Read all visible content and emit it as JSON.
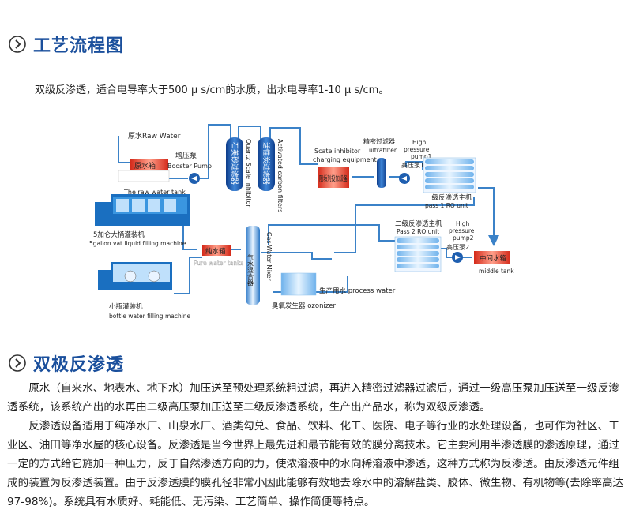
{
  "section1": {
    "title": "工艺流程图",
    "intro": "双级反渗透，适合电导率大于500 μ s/cm的水质，出水电导率1-10 μ s/cm。"
  },
  "diagram": {
    "raw_water_in_label": "原水Raw Water",
    "booster_pump_cn": "增压泵",
    "booster_pump_en": "Booster Pump",
    "raw_tank_cn": "原水箱",
    "raw_tank_en": "The raw water tank",
    "quartz_cn": "石英砂过滤器",
    "quartz_en": "Quartz Scale inhibitor",
    "carbon_cn": "活性炭过滤器",
    "carbon_en": "Activated carbon filters",
    "inhibitor_en_1": "Scate inhibitor",
    "inhibitor_en_2": "charging equipment",
    "inhibitor_cn": "阻垢剂投加设备",
    "ultrafilter_cn": "精密过滤器",
    "ultrafilter_en": "ultrafilter",
    "hp_pump1_en_1": "High",
    "hp_pump1_en_2": "pressure",
    "hp_pump1_en_3": "pump1",
    "hp_pump1_cn": "高压泵1",
    "ro1_cn": "一级反渗透主机",
    "ro1_en": "pass 1 RO unit",
    "vat_machine_cn": "5加仑大桶灌装机",
    "vat_machine_en": "5gallon vat liquid filling machine",
    "pure_tank_cn": "纯水箱",
    "pure_tank_en": "Pure water tanks",
    "gas_mixer_cn": "气水混合器",
    "gas_mixer_en": "Gas-Water Mixer",
    "ro2_cn": "二级反渗透主机",
    "ro2_en": "Pass 2 RO unit",
    "hp_pump2_en_1": "High",
    "hp_pump2_en_2": "pressure",
    "hp_pump2_en_3": "pump2",
    "hp_pump2_cn": "高压泵2",
    "middle_tank_cn": "中间水箱",
    "middle_tank_en": "middle tank",
    "bottle_machine_cn": "小瓶灌装机",
    "bottle_machine_en": "bottle water filling machine",
    "process_water_label": "生产用水 process water",
    "ozonizer_label": "臭氧发生器 ozonizer"
  },
  "section2": {
    "title": "双极反渗透",
    "paragraphs": [
      "原水（自来水、地表水、地下水）加压送至预处理系统粗过滤，再进入精密过滤器过滤后，通过一级高压泵加压送至一级反渗透系统，该系统产出的水再由二级高压泵加压送至二级反渗透系统，生产出产品水，称为双级反渗透。",
      "反渗透设备适用于纯净水厂、山泉水厂、酒类勾兑、食品、饮料、化工、医院、电子等行业的水处理设备，也可作为社区、工业区、油田等净水屋的核心设备。反渗透是当今世界上最先进和最节能有效的膜分离技术。它主要利用半渗透膜的渗透原理，通过一定的方式给它施加一种压力，反于自然渗透方向的力，使浓溶液中的水向稀溶液中渗透，这种方式称为反渗透。由反渗透元件组成的装置为反渗透装置。由于反渗透膜的膜孔径非常小因此能够有效地去除水中的溶解盐类、胶体、微生物、有机物等(去除率高达97-98%)。系统具有水质好、耗能低、无污染、工艺简单、操作简便等特点。"
    ]
  },
  "colors": {
    "title": "#1a4f9c",
    "pipe": "#3b82c8",
    "tank_red": "#d63a2a",
    "vessel_blue": "#1f5fb0",
    "machine_blue": "#1a6fc0"
  }
}
